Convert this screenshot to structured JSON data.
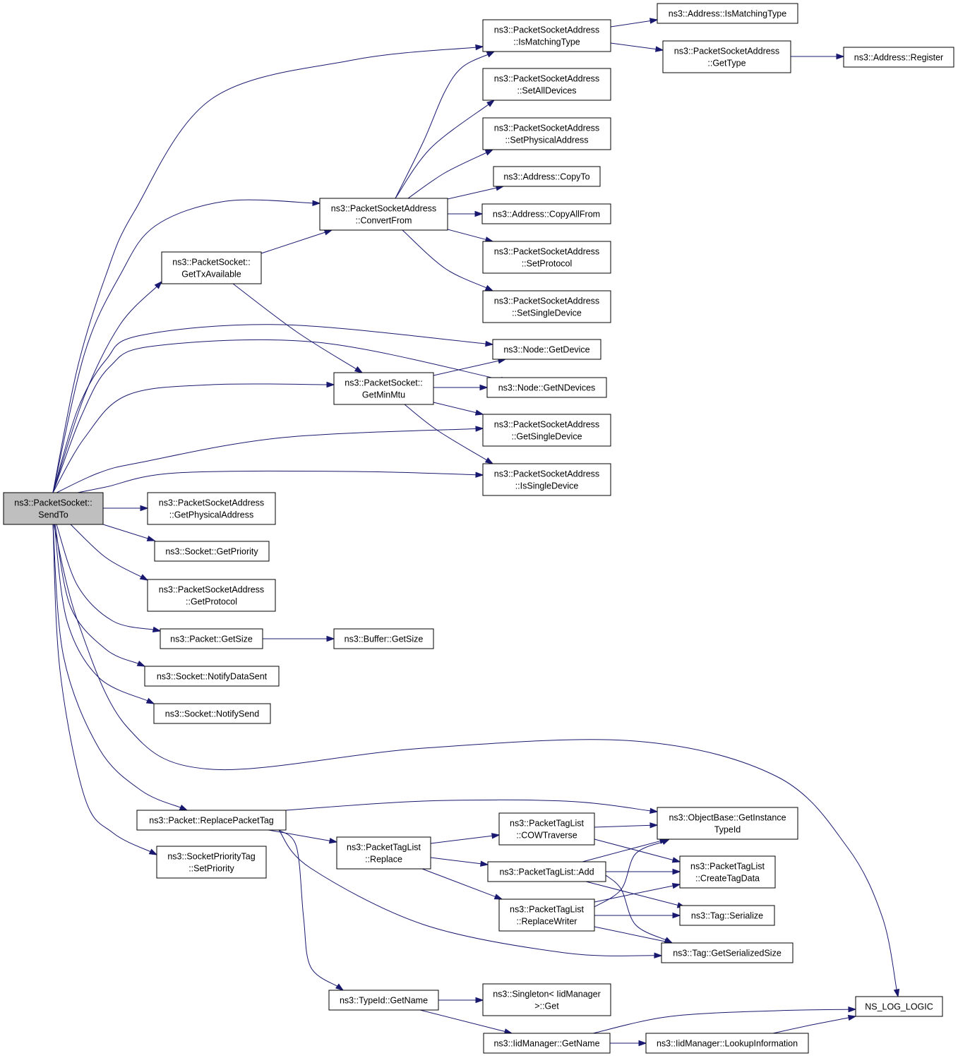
{
  "graph": {
    "root": "sendto",
    "nodes": [
      {
        "id": "sendto",
        "lines": [
          "ns3::PacketSocket::",
          "SendTo"
        ],
        "current": true
      },
      {
        "id": "pktsockaddr_ismatchingtype",
        "lines": [
          "ns3::PacketSocketAddress",
          "::IsMatchingType"
        ]
      },
      {
        "id": "addr_ismatchingtype",
        "lines": [
          "ns3::Address::IsMatchingType"
        ]
      },
      {
        "id": "pktsockaddr_gettype",
        "lines": [
          "ns3::PacketSocketAddress",
          "::GetType"
        ]
      },
      {
        "id": "addr_register",
        "lines": [
          "ns3::Address::Register"
        ]
      },
      {
        "id": "pktsockaddr_setalldevices",
        "lines": [
          "ns3::PacketSocketAddress",
          "::SetAllDevices"
        ]
      },
      {
        "id": "pktsockaddr_setphysicaladdress",
        "lines": [
          "ns3::PacketSocketAddress",
          "::SetPhysicalAddress"
        ]
      },
      {
        "id": "addr_copyto",
        "lines": [
          "ns3::Address::CopyTo"
        ]
      },
      {
        "id": "pktsockaddr_convertfrom",
        "lines": [
          "ns3::PacketSocketAddress",
          "::ConvertFrom"
        ]
      },
      {
        "id": "addr_copyallfrom",
        "lines": [
          "ns3::Address::CopyAllFrom"
        ]
      },
      {
        "id": "pktsock_gettxavailable",
        "lines": [
          "ns3::PacketSocket::",
          "GetTxAvailable"
        ]
      },
      {
        "id": "pktsockaddr_setprotocol",
        "lines": [
          "ns3::PacketSocketAddress",
          "::SetProtocol"
        ]
      },
      {
        "id": "pktsockaddr_setsingledevice",
        "lines": [
          "ns3::PacketSocketAddress",
          "::SetSingleDevice"
        ]
      },
      {
        "id": "node_getdevice",
        "lines": [
          "ns3::Node::GetDevice"
        ]
      },
      {
        "id": "pktsock_getminmtu",
        "lines": [
          "ns3::PacketSocket::",
          "GetMinMtu"
        ]
      },
      {
        "id": "node_getndevices",
        "lines": [
          "ns3::Node::GetNDevices"
        ]
      },
      {
        "id": "pktsockaddr_getsingledevice",
        "lines": [
          "ns3::PacketSocketAddress",
          "::GetSingleDevice"
        ]
      },
      {
        "id": "pktsockaddr_issingledevice",
        "lines": [
          "ns3::PacketSocketAddress",
          "::IsSingleDevice"
        ]
      },
      {
        "id": "pktsockaddr_getphysicaladdress",
        "lines": [
          "ns3::PacketSocketAddress",
          "::GetPhysicalAddress"
        ]
      },
      {
        "id": "socket_getpriority",
        "lines": [
          "ns3::Socket::GetPriority"
        ]
      },
      {
        "id": "pktsockaddr_getprotocol",
        "lines": [
          "ns3::PacketSocketAddress",
          "::GetProtocol"
        ]
      },
      {
        "id": "packet_getsize",
        "lines": [
          "ns3::Packet::GetSize"
        ]
      },
      {
        "id": "buffer_getsize",
        "lines": [
          "ns3::Buffer::GetSize"
        ]
      },
      {
        "id": "socket_notifydatasent",
        "lines": [
          "ns3::Socket::NotifyDataSent"
        ]
      },
      {
        "id": "socket_notifysend",
        "lines": [
          "ns3::Socket::NotifySend"
        ]
      },
      {
        "id": "packet_replacepackettag",
        "lines": [
          "ns3::Packet::ReplacePacketTag"
        ]
      },
      {
        "id": "objectbase_getinstancetypeid",
        "lines": [
          "ns3::ObjectBase::GetInstance",
          "TypeId"
        ]
      },
      {
        "id": "pkttaglist_cowtraverse",
        "lines": [
          "ns3::PacketTagList",
          "::COWTraverse"
        ]
      },
      {
        "id": "pkttaglist_replace",
        "lines": [
          "ns3::PacketTagList",
          "::Replace"
        ]
      },
      {
        "id": "pkttaglist_createtagdata",
        "lines": [
          "ns3::PacketTagList",
          "::CreateTagData"
        ]
      },
      {
        "id": "pkttaglist_add",
        "lines": [
          "ns3::PacketTagList::Add"
        ]
      },
      {
        "id": "socketprioritytag_setpriority",
        "lines": [
          "ns3::SocketPriorityTag",
          "::SetPriority"
        ]
      },
      {
        "id": "pkttaglist_replacewriter",
        "lines": [
          "ns3::PacketTagList",
          "::ReplaceWriter"
        ]
      },
      {
        "id": "tag_serialize",
        "lines": [
          "ns3::Tag::Serialize"
        ]
      },
      {
        "id": "tag_getserializedsize",
        "lines": [
          "ns3::Tag::GetSerializedSize"
        ]
      },
      {
        "id": "typeid_getname",
        "lines": [
          "ns3::TypeId::GetName"
        ]
      },
      {
        "id": "singleton_get",
        "lines": [
          "ns3::Singleton< IidManager",
          ">::Get"
        ]
      },
      {
        "id": "ns_log_logic",
        "lines": [
          "NS_LOG_LOGIC"
        ]
      },
      {
        "id": "iidmanager_getname",
        "lines": [
          "ns3::IidManager::GetName"
        ]
      },
      {
        "id": "iidmanager_lookupinformation",
        "lines": [
          "ns3::IidManager::LookupInformation"
        ]
      }
    ],
    "edges": [
      [
        "sendto",
        "pktsockaddr_ismatchingtype"
      ],
      [
        "sendto",
        "pktsockaddr_convertfrom"
      ],
      [
        "sendto",
        "pktsock_gettxavailable"
      ],
      [
        "sendto",
        "node_getdevice"
      ],
      [
        "sendto",
        "node_getndevices"
      ],
      [
        "sendto",
        "pktsock_getminmtu"
      ],
      [
        "sendto",
        "pktsockaddr_getsingledevice"
      ],
      [
        "sendto",
        "pktsockaddr_issingledevice"
      ],
      [
        "sendto",
        "pktsockaddr_getphysicaladdress"
      ],
      [
        "sendto",
        "socket_getpriority"
      ],
      [
        "sendto",
        "pktsockaddr_getprotocol"
      ],
      [
        "sendto",
        "packet_getsize"
      ],
      [
        "sendto",
        "socket_notifydatasent"
      ],
      [
        "sendto",
        "socket_notifysend"
      ],
      [
        "sendto",
        "ns_log_logic"
      ],
      [
        "sendto",
        "packet_replacepackettag"
      ],
      [
        "sendto",
        "socketprioritytag_setpriority"
      ],
      [
        "pktsockaddr_ismatchingtype",
        "addr_ismatchingtype"
      ],
      [
        "pktsockaddr_ismatchingtype",
        "pktsockaddr_gettype"
      ],
      [
        "pktsockaddr_gettype",
        "addr_register"
      ],
      [
        "pktsockaddr_convertfrom",
        "pktsockaddr_ismatchingtype"
      ],
      [
        "pktsockaddr_convertfrom",
        "pktsockaddr_setalldevices"
      ],
      [
        "pktsockaddr_convertfrom",
        "pktsockaddr_setphysicaladdress"
      ],
      [
        "pktsockaddr_convertfrom",
        "addr_copyto"
      ],
      [
        "pktsockaddr_convertfrom",
        "addr_copyallfrom"
      ],
      [
        "pktsockaddr_convertfrom",
        "pktsockaddr_setprotocol"
      ],
      [
        "pktsockaddr_convertfrom",
        "pktsockaddr_setsingledevice"
      ],
      [
        "pktsock_gettxavailable",
        "pktsockaddr_convertfrom"
      ],
      [
        "pktsock_gettxavailable",
        "pktsock_getminmtu"
      ],
      [
        "pktsock_getminmtu",
        "node_getdevice"
      ],
      [
        "pktsock_getminmtu",
        "node_getndevices"
      ],
      [
        "pktsock_getminmtu",
        "pktsockaddr_getsingledevice"
      ],
      [
        "pktsock_getminmtu",
        "pktsockaddr_issingledevice"
      ],
      [
        "packet_getsize",
        "buffer_getsize"
      ],
      [
        "packet_replacepackettag",
        "objectbase_getinstancetypeid"
      ],
      [
        "packet_replacepackettag",
        "pkttaglist_replace"
      ],
      [
        "packet_replacepackettag",
        "tag_getserializedsize"
      ],
      [
        "packet_replacepackettag",
        "typeid_getname"
      ],
      [
        "pkttaglist_replace",
        "pkttaglist_cowtraverse"
      ],
      [
        "pkttaglist_replace",
        "pkttaglist_add"
      ],
      [
        "pkttaglist_replace",
        "pkttaglist_replacewriter"
      ],
      [
        "pkttaglist_cowtraverse",
        "objectbase_getinstancetypeid"
      ],
      [
        "pkttaglist_cowtraverse",
        "pkttaglist_createtagdata"
      ],
      [
        "pkttaglist_add",
        "objectbase_getinstancetypeid"
      ],
      [
        "pkttaglist_add",
        "pkttaglist_createtagdata"
      ],
      [
        "pkttaglist_add",
        "tag_serialize"
      ],
      [
        "pkttaglist_add",
        "tag_getserializedsize"
      ],
      [
        "pkttaglist_replacewriter",
        "objectbase_getinstancetypeid"
      ],
      [
        "pkttaglist_replacewriter",
        "pkttaglist_createtagdata"
      ],
      [
        "pkttaglist_replacewriter",
        "tag_serialize"
      ],
      [
        "pkttaglist_replacewriter",
        "tag_getserializedsize"
      ],
      [
        "typeid_getname",
        "singleton_get"
      ],
      [
        "typeid_getname",
        "iidmanager_getname"
      ],
      [
        "iidmanager_getname",
        "ns_log_logic"
      ],
      [
        "iidmanager_getname",
        "iidmanager_lookupinformation"
      ],
      [
        "iidmanager_lookupinformation",
        "ns_log_logic"
      ]
    ]
  }
}
